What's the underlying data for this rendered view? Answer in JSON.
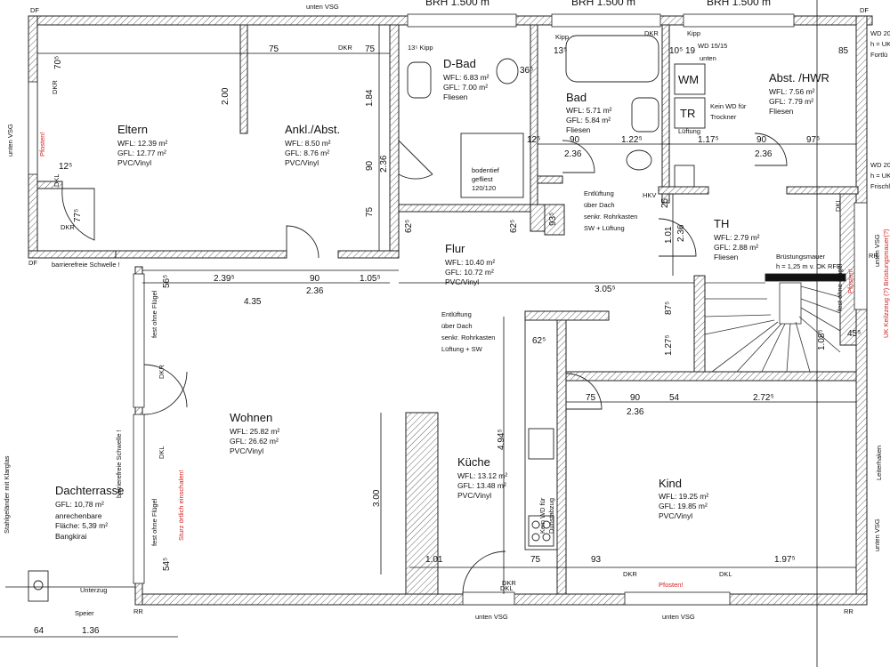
{
  "headers": {
    "brh_1": "BRH 1.500 m",
    "brh_2": "BRH 1.500 m",
    "brh_3": "BRH 1.500 m"
  },
  "rooms": {
    "eltern": {
      "name": "Eltern",
      "wfl": "WFL: 12.39 m²",
      "gfl": "GFL: 12.77 m²",
      "floor": "PVC/Vinyl"
    },
    "ankl": {
      "name": "Ankl./Abst.",
      "wfl": "WFL: 8.50 m²",
      "gfl": "GFL: 8.76 m²",
      "floor": "PVC/Vinyl"
    },
    "dbad": {
      "name": "D-Bad",
      "wfl": "WFL: 6.83 m²",
      "gfl": "GFL: 7.00 m²",
      "floor": "Fliesen"
    },
    "bad": {
      "name": "Bad",
      "wfl": "WFL: 5.71 m²",
      "gfl": "GFL: 5.84 m²",
      "floor": "Fliesen"
    },
    "abst": {
      "name": "Abst. /HWR",
      "wfl": "WFL: 7.56 m²",
      "gfl": "GFL: 7.79 m²",
      "floor": "Fliesen"
    },
    "th": {
      "name": "TH",
      "wfl": "WFL: 2.79 m²",
      "gfl": "GFL: 2.88 m²",
      "floor": "Fliesen"
    },
    "flur": {
      "name": "Flur",
      "wfl": "WFL: 10.40 m²",
      "gfl": "GFL: 10.72 m²",
      "floor": "PVC/Vinyl"
    },
    "wohnen": {
      "name": "Wohnen",
      "wfl": "WFL: 25.82 m²",
      "gfl": "GFL: 26.62 m²",
      "floor": "PVC/Vinyl"
    },
    "kueche": {
      "name": "Küche",
      "wfl": "WFL: 13.12 m²",
      "gfl": "GFL: 13.48 m²",
      "floor": "PVC/Vinyl"
    },
    "kind": {
      "name": "Kind",
      "wfl": "WFL: 19.25 m²",
      "gfl": "GFL: 19.85 m²",
      "floor": "PVC/Vinyl"
    },
    "terrasse": {
      "name": "Dachterrasse",
      "gfl": "GFL: 10,78 m²",
      "note1": "anrechenbare",
      "note2": "Fläche: 5,39 m²",
      "floor": "Bangkirai"
    }
  },
  "fixtures": {
    "wm": "WM",
    "tr": "TR",
    "wd_note_1": "Kein WD für",
    "wd_note_2": "Trockner",
    "lueftung": "Lüftung",
    "shower_1": "bodentief",
    "shower_2": "gefliest",
    "shower_3": "120/120",
    "bruestung_1": "Brüstungsmauer",
    "bruestung_2": "h = 1,25 m v. OK RFB",
    "dunst_1": "Kein WD für",
    "dunst_2": "Dunstabzug"
  },
  "dims": {
    "d75a": "75",
    "d75b": "75",
    "d70": "70⁵",
    "d200": "2.00",
    "d184": "1.84",
    "d90v": "90",
    "d236v": "2.36",
    "d75v": "75",
    "d125": "12⁵",
    "d775": "77⁵",
    "d239": "2.39⁵",
    "d90h": "90",
    "d1055": "1.05⁵",
    "d236h": "2.36",
    "d435": "4.35",
    "d56": "56⁵",
    "d135": "13⁵ Kipp",
    "d365": "36⁵",
    "d625a": "62⁵",
    "d625b": "62⁵",
    "d935": "93⁵",
    "d135b": "13⁵",
    "d105": "10⁵",
    "d19": "19",
    "d85": "85",
    "d125b": "12⁵",
    "d90c": "90",
    "d1225": "1.22⁵",
    "d236c": "2.36",
    "d1175": "1.17⁵",
    "d90d": "90",
    "d975": "97⁵",
    "d236d": "2.36",
    "d25": "25",
    "d101": "1.01",
    "d236e": "2.36",
    "d3055": "3.05⁵",
    "d875": "87⁵",
    "d625c": "62⁵",
    "d1275": "1.27⁵",
    "d1085": "1.08⁵",
    "d455": "45⁵",
    "d75e": "75",
    "d90e": "90",
    "d54": "54",
    "d2725": "2.72⁵",
    "d236f": "2.36",
    "d4945": "4.94⁵",
    "d300": "3.00",
    "d101b": "1.01",
    "d75f": "75",
    "d93": "93",
    "d1975": "1.97⁵",
    "d545": "54⁵",
    "d64": "64",
    "d136": "1.36"
  },
  "labels": {
    "kipp1": "Kipp",
    "kipp2": "Kipp",
    "unten": "unten",
    "wd_top1": "WD 15/15",
    "wd_top2": "WD 20",
    "huk1": "h = UK",
    "fortl": "Fortlü",
    "wd_mid": "WD 20",
    "huk2": "h = UK",
    "frisch": "Frischl",
    "dkr_1": "DKR",
    "dkr_2": "DKR",
    "dkr_3": "DKR",
    "dkr_4": "DKR",
    "dkr_5": "DKR",
    "dkr_6": "DKR",
    "dkr_7": "DKR",
    "dkl_1": "DKL",
    "dkl_2": "DKL",
    "dkl_3": "DKL",
    "dkl_4": "DKL",
    "dkl_5": "DKL",
    "df_1": "DF",
    "df_2": "DF",
    "df_3": "DF",
    "rr_1": "RR",
    "rr_2": "RR",
    "rr_3": "RR",
    "hkv": "HKV",
    "schwelle": "barrierefreie Schwelle !",
    "schwelle_v": "barrierefreie Schwelle !",
    "pfosten_1": "Pfosten!",
    "pfosten_2": "Pfosten!",
    "pfosten_3": "Pfosten!",
    "sturz": "Sturz örtlich einschalen!",
    "fest_1": "fest ohne Flügel",
    "fest_2": "fest ohne Flügel",
    "fest_3": "fest ohne Flügel",
    "vsg_1": "unten VSG",
    "vsg_2": "unten VSG",
    "vsg_3": "unten VSG",
    "vsg_4": "unten VSG",
    "vsg_5": "unten VSG",
    "vsg_6": "unten VSG",
    "unterzug": "Unterzug",
    "speier": "Speier",
    "stahl": "Stahlgeländer mit Klarglas",
    "leitertraeger": "Leiterhaken",
    "uk": "UK Keilzzeug (?) Brüstungsmauer(?)",
    "entl1_1": "Entlüftung",
    "entl1_2": "über Dach",
    "entl1_3": "senkr. Rohrkasten",
    "entl1_4": "SW + Lüftung",
    "entl2_1": "Entlüftung",
    "entl2_2": "über Dach",
    "entl2_3": "senkr. Rohrkasten",
    "entl2_4": "Lüftung + SW"
  }
}
